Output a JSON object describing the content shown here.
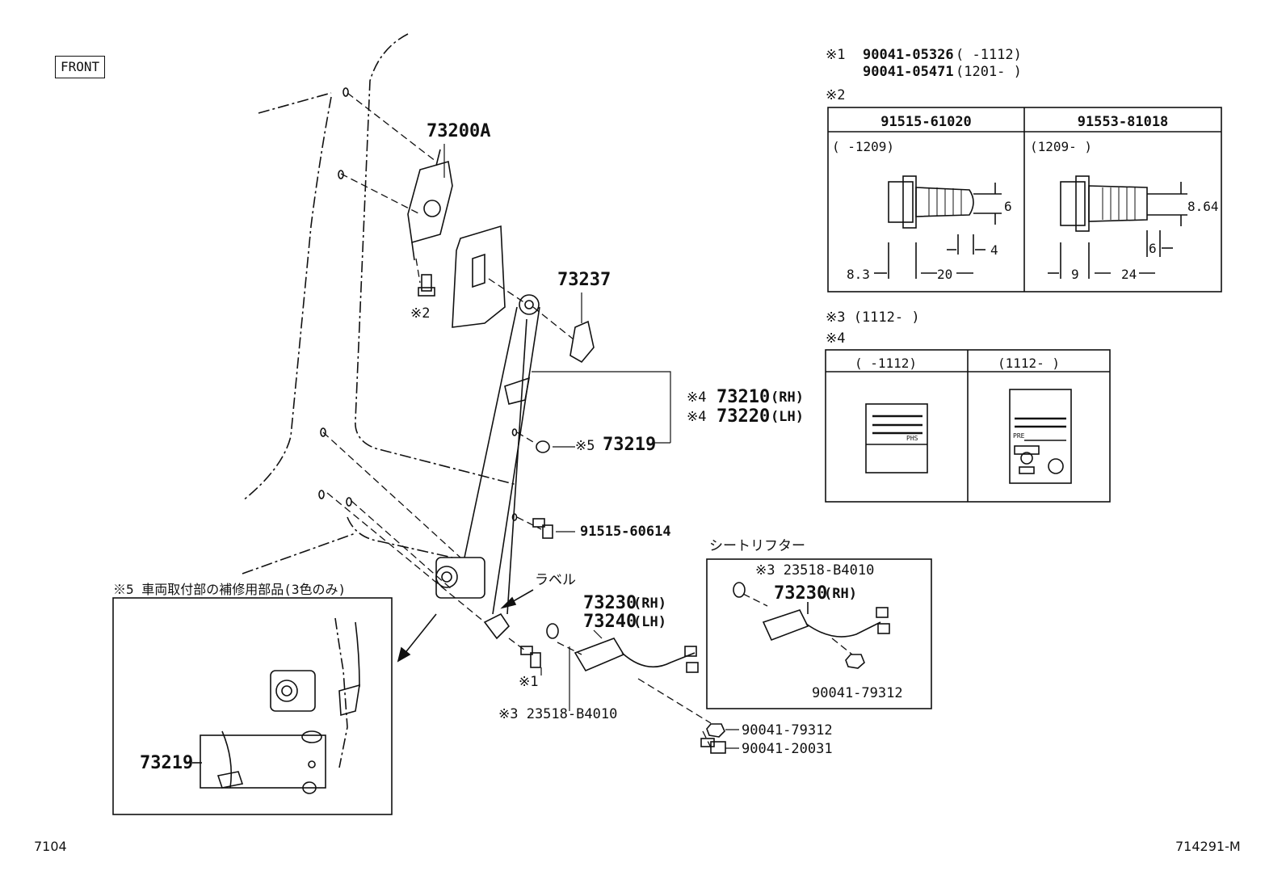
{
  "front_label": "FRONT",
  "footer": {
    "left": "7104",
    "right": "714291-M"
  },
  "notes": {
    "n1_mark": "※1",
    "n1_line1_part": "90041-05326",
    "n1_line1_range": "(    -1112)",
    "n1_line2_part": "90041-05471",
    "n1_line2_range": "(1201-    )",
    "n2_mark": "※2",
    "n3": "※3 (1112-    )",
    "n4_mark": "※4"
  },
  "table2": {
    "col1_part": "91515-61020",
    "col2_part": "91553-81018",
    "col1_range": "(    -1209)",
    "col2_range": "(1209-   )",
    "col1_dims": {
      "d": "6",
      "thread_end": "4",
      "head": "8.3",
      "length": "20"
    },
    "col2_dims": {
      "d": "8.64",
      "thread_end": "6",
      "head": "9",
      "length": "24"
    }
  },
  "table4": {
    "col1_range": "(    -1112)",
    "col2_range": "(1112-      )",
    "label1_text": "PHS",
    "label2_text": "PRE"
  },
  "parts": {
    "p73200A": "73200A",
    "p73237": "73237",
    "n2_ref": "※2",
    "p73210_mark": "※4",
    "p73210": "73210",
    "p73210_side": "(RH)",
    "p73220_mark": "※4",
    "p73220": "73220",
    "p73220_side": "(LH)",
    "p73219_mark": "※5",
    "p73219": "73219",
    "p91515_60614": "91515-60614",
    "label_jp": "ラベル",
    "p73230": "73230",
    "p73230_side": "(RH)",
    "p73240": "73240",
    "p73240_side": "(LH)",
    "n1_ref": "※1",
    "n3_ref": "※3 23518-B4010",
    "p90041_79312": "90041-79312",
    "p90041_20031": "90041-20031"
  },
  "seat_lifter": {
    "title": "シートリフター",
    "p23518": "※3 23518-B4010",
    "p73230": "73230",
    "p73230_side": "(RH)",
    "p90041": "90041-79312"
  },
  "inset5": {
    "title": "※5 車両取付部の補修用部品(3色のみ)",
    "p73219": "73219"
  }
}
